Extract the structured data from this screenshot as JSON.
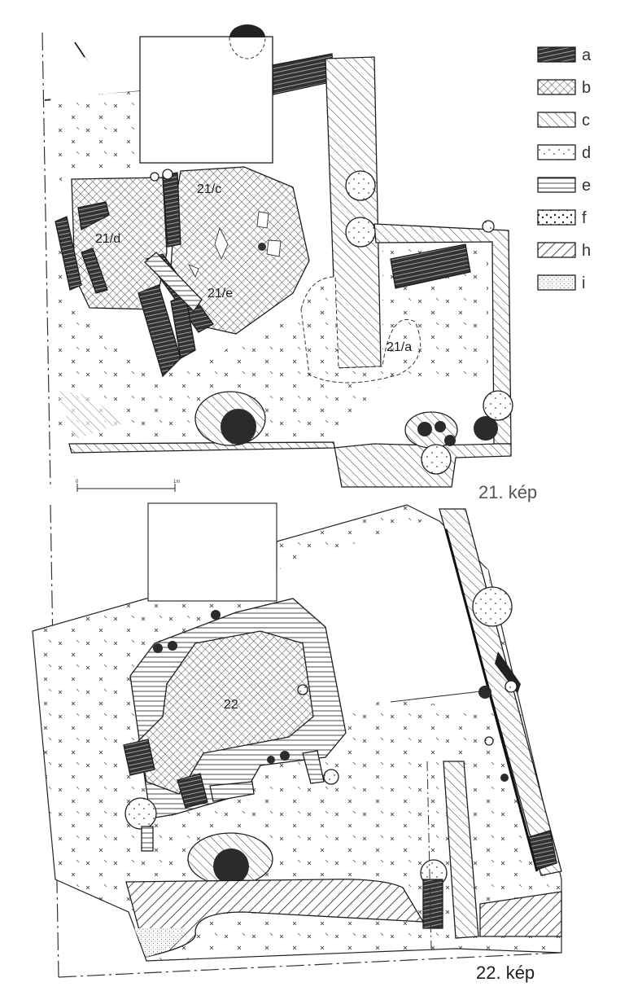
{
  "figure_21": {
    "caption": "21. kép",
    "labels": {
      "f21c": "21/c",
      "f21d": "21/d",
      "f21e": "21/e",
      "f21a": "21/a"
    },
    "scale_start": "0",
    "scale_end": "1m"
  },
  "figure_22": {
    "caption": "22. kép",
    "labels": {
      "f22": "22"
    }
  },
  "legend": {
    "items": [
      {
        "key": "a"
      },
      {
        "key": "b"
      },
      {
        "key": "c"
      },
      {
        "key": "d"
      },
      {
        "key": "e"
      },
      {
        "key": "f"
      },
      {
        "key": "h"
      },
      {
        "key": "i"
      }
    ]
  }
}
